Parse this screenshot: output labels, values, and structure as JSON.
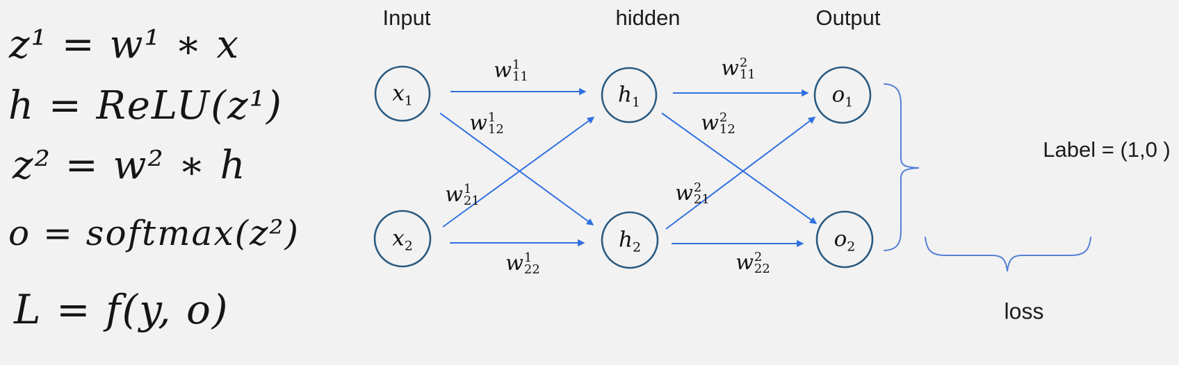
{
  "slide": {
    "background": "#f2f2f2"
  },
  "equations": {
    "lines": [
      "z¹ = w¹ ∗ x",
      "h = ReLU(z¹)",
      "z² = w² ∗ h",
      "o = softmax(z²)",
      "L = f(y, o)"
    ]
  },
  "network": {
    "layers": [
      {
        "label": "Input"
      },
      {
        "label": "hidden"
      },
      {
        "label": "Output"
      }
    ],
    "nodes": [
      {
        "base": "x",
        "sub": "1"
      },
      {
        "base": "x",
        "sub": "2"
      },
      {
        "base": "h",
        "sub": "1"
      },
      {
        "base": "h",
        "sub": "2"
      },
      {
        "base": "o",
        "sub": "1"
      },
      {
        "base": "o",
        "sub": "2"
      }
    ],
    "weights": [
      {
        "base": "w",
        "sup": "1",
        "sub": "11"
      },
      {
        "base": "w",
        "sup": "1",
        "sub": "12"
      },
      {
        "base": "w",
        "sup": "1",
        "sub": "21"
      },
      {
        "base": "w",
        "sup": "1",
        "sub": "22"
      },
      {
        "base": "w",
        "sup": "2",
        "sub": "11"
      },
      {
        "base": "w",
        "sup": "2",
        "sub": "12"
      },
      {
        "base": "w",
        "sup": "2",
        "sub": "21"
      },
      {
        "base": "w",
        "sup": "2",
        "sub": "22"
      }
    ]
  },
  "annotations": {
    "label": "Label = (1,0 )",
    "loss": "loss"
  },
  "colors": {
    "node_stroke": "#2a5a80",
    "arrow_blue": "#2f6fe0",
    "brace_blue": "#547fd4",
    "text": "#1b1b1b"
  }
}
